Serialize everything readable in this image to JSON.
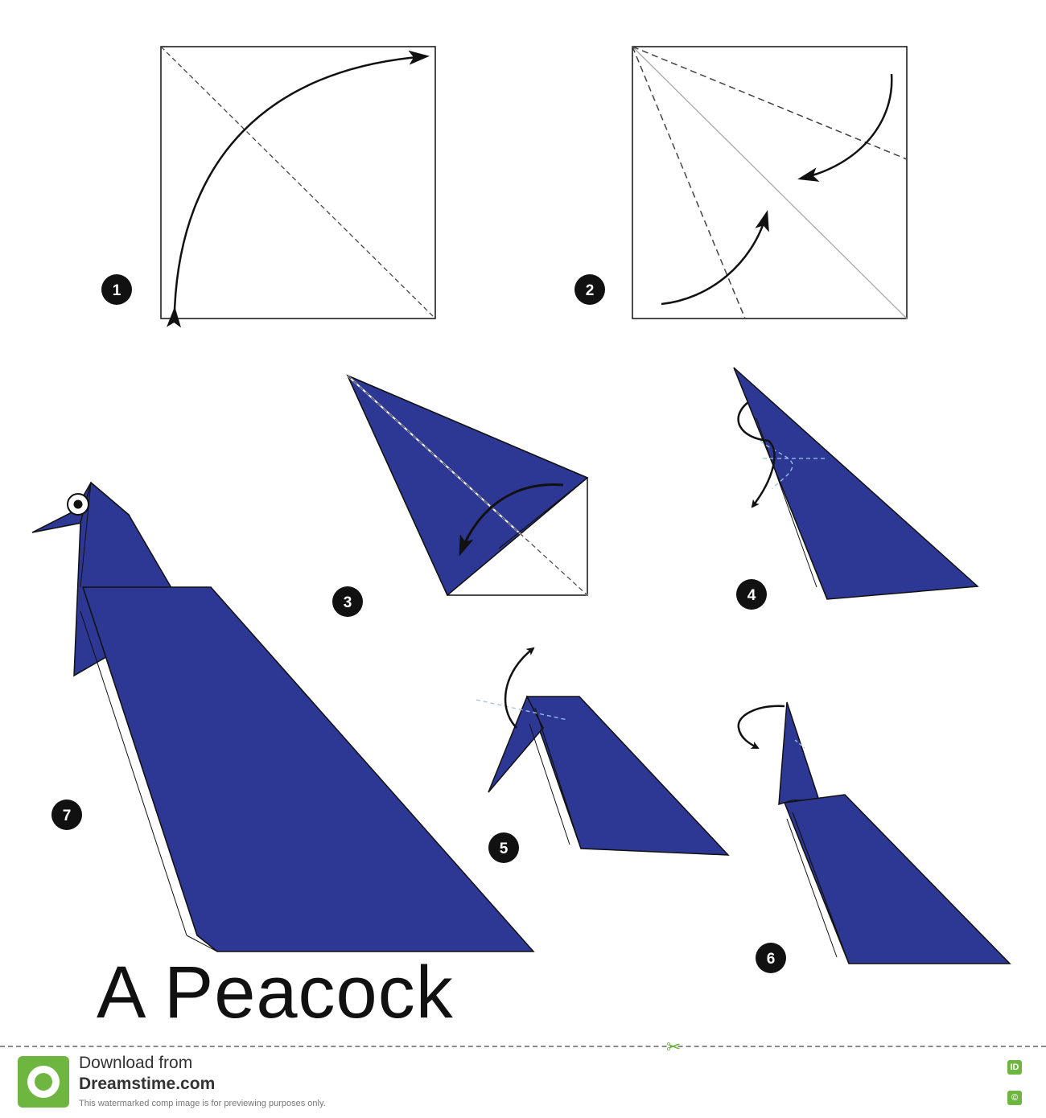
{
  "title": "A Peacock",
  "steps": [
    "1",
    "2",
    "3",
    "4",
    "5",
    "6",
    "7"
  ],
  "colors": {
    "paper": "#2d3895",
    "outline": "#111111",
    "crease": "#444444",
    "crease_light": "#9ec3e6",
    "brand_green": "#6fb640"
  },
  "footer": {
    "download_label": "Download from",
    "brand": "Dreamstime.com",
    "fine_print": "This watermarked comp image is for previewing purposes only.",
    "id_badge": "ID",
    "copyright_badge": "©"
  },
  "icons": [
    "scissors-icon",
    "dreamstime-logo-icon"
  ]
}
